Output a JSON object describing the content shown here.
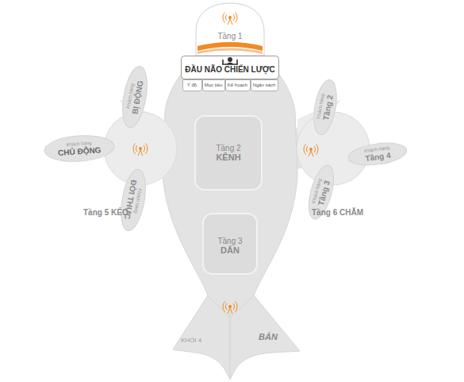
{
  "diagram": {
    "nodes": [
      {
        "text": [
          "Tầng 1"
        ]
      },
      {
        "text": [
          "ĐẦU NÃO CHIẾN LƯỢC"
        ]
      },
      {
        "text": [
          "Ý đồ"
        ]
      },
      {
        "text": [
          "Mục tiêu"
        ]
      },
      {
        "text": [
          "Kế hoạch"
        ]
      },
      {
        "text": [
          "Ngân sách"
        ]
      },
      {
        "text": [
          "Tầng 2",
          "KÊNH"
        ]
      },
      {
        "text": [
          "Tầng 3",
          "DẪN"
        ]
      },
      {
        "text": [
          "Khách hàng",
          "CHỦ ĐỘNG"
        ]
      },
      {
        "text": [
          "Khách hàng",
          "BỊ ĐỘNG"
        ]
      },
      {
        "text": [
          "Khách hàng",
          "ĐỜI THỰC"
        ]
      },
      {
        "text": [
          "Khách hàng",
          "Tầng 2"
        ]
      },
      {
        "text": [
          "Khách hàng",
          "Tầng 4"
        ]
      },
      {
        "text": [
          "Khách hàng",
          "Tầng 3"
        ]
      }
    ],
    "labels": [
      "Tầng 5 KÉO",
      "Tầng 6 CHĂM",
      "KHỐI 4",
      "BÁN"
    ]
  }
}
